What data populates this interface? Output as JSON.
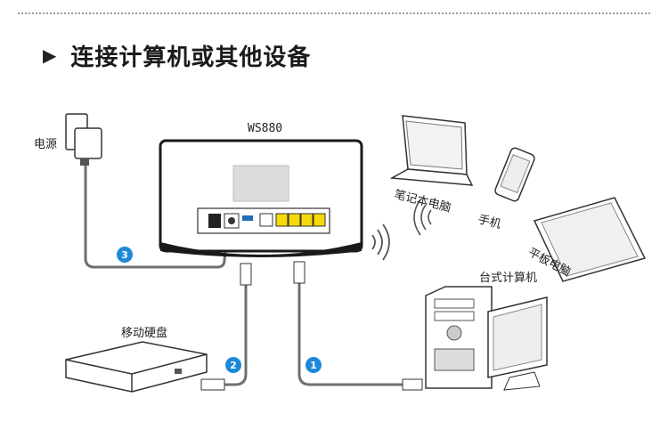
{
  "heading": {
    "arrow": "▶",
    "title": "连接计算机或其他设备"
  },
  "router": {
    "model": "WS880"
  },
  "labels": {
    "power": "电源",
    "laptop": "笔记本电脑",
    "phone": "手机",
    "tablet": "平板电脑",
    "desktop": "台式计算机",
    "hdd": "移动硬盘"
  },
  "badges": {
    "one": "1",
    "two": "2",
    "three": "3"
  },
  "colors": {
    "badge": "#1e88d8",
    "lan": "#f5d90a",
    "cable": "#7a7a7a"
  }
}
